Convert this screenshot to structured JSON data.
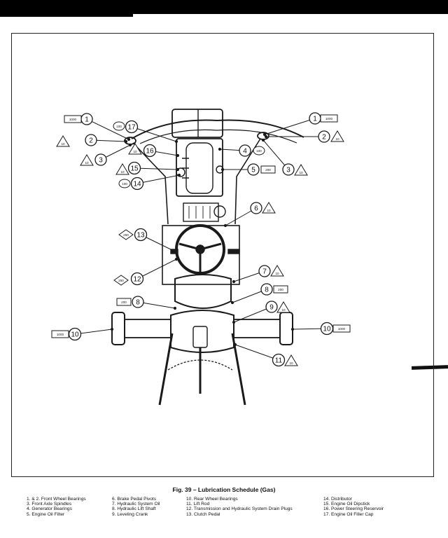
{
  "figure": {
    "caption": "Fig. 39  –  Lubrication Schedule (Gas)"
  },
  "legend": {
    "col1": [
      "1. & 2.  Front Wheel Bearings",
      "3.  Front Axle Spindles",
      "4.  Generator Bearings",
      "5.  Engine Oil Filter"
    ],
    "col2": [
      "6.  Brake Pedal Pivots",
      "7.  Hydraulic System Oil",
      "8.  Hydraulic Lift Shaft",
      "9.  Leveling Crank"
    ],
    "col3": [
      "10.  Rear Wheel Bearings",
      "11.  Lift Rod",
      "12.  Transmission and Hydraulic System Drain Plugs",
      "13.  Clutch Pedal"
    ],
    "col4": [
      "14.  Distributor",
      "15.  Engine Oil Dipstick",
      "16.  Power Steering Reservoir",
      "17.  Engine Oil Filler Cap"
    ]
  },
  "callouts": [
    {
      "id": "c1-left",
      "num": "1",
      "hours": "1000",
      "hours_shape": "rect"
    },
    {
      "id": "c2-left",
      "num": "2",
      "hours": "10",
      "hours_shape": "triangle"
    },
    {
      "id": "c3-left",
      "num": "3",
      "hours": "10",
      "hours_shape": "triangle"
    },
    {
      "id": "c17",
      "num": "17",
      "hours": "100",
      "hours_shape": "oval"
    },
    {
      "id": "c16",
      "num": "16",
      "hours": "10",
      "hours_shape": "triangle"
    },
    {
      "id": "c15",
      "num": "15",
      "hours": "10",
      "hours_shape": "triangle"
    },
    {
      "id": "c14",
      "num": "14",
      "hours": "100",
      "hours_shape": "oval"
    },
    {
      "id": "c1-right",
      "num": "1",
      "hours": "1000",
      "hours_shape": "rect"
    },
    {
      "id": "c2-right",
      "num": "2",
      "hours": "10",
      "hours_shape": "triangle"
    },
    {
      "id": "c4",
      "num": "4",
      "hours": "100",
      "hours_shape": "oval"
    },
    {
      "id": "c3-right",
      "num": "3",
      "hours": "10",
      "hours_shape": "triangle"
    },
    {
      "id": "c5",
      "num": "5",
      "hours": "200",
      "hours_shape": "rect"
    },
    {
      "id": "c6",
      "num": "6",
      "hours": "10",
      "hours_shape": "triangle"
    },
    {
      "id": "c13",
      "num": "13",
      "hours": "250",
      "hours_shape": "diamond"
    },
    {
      "id": "c12",
      "num": "12",
      "hours": "250",
      "hours_shape": "diamond"
    },
    {
      "id": "c7",
      "num": "7",
      "hours": "10",
      "hours_shape": "triangle"
    },
    {
      "id": "c8-right",
      "num": "8",
      "hours": "200",
      "hours_shape": "rect"
    },
    {
      "id": "c8-left",
      "num": "8",
      "hours": "200",
      "hours_shape": "rect"
    },
    {
      "id": "c9",
      "num": "9",
      "hours": "10",
      "hours_shape": "triangle"
    },
    {
      "id": "c10-left",
      "num": "10",
      "hours": "1000",
      "hours_shape": "rect"
    },
    {
      "id": "c10-right",
      "num": "10",
      "hours": "1000",
      "hours_shape": "rect"
    },
    {
      "id": "c11",
      "num": "11",
      "hours": "10",
      "hours_shape": "triangle"
    }
  ]
}
